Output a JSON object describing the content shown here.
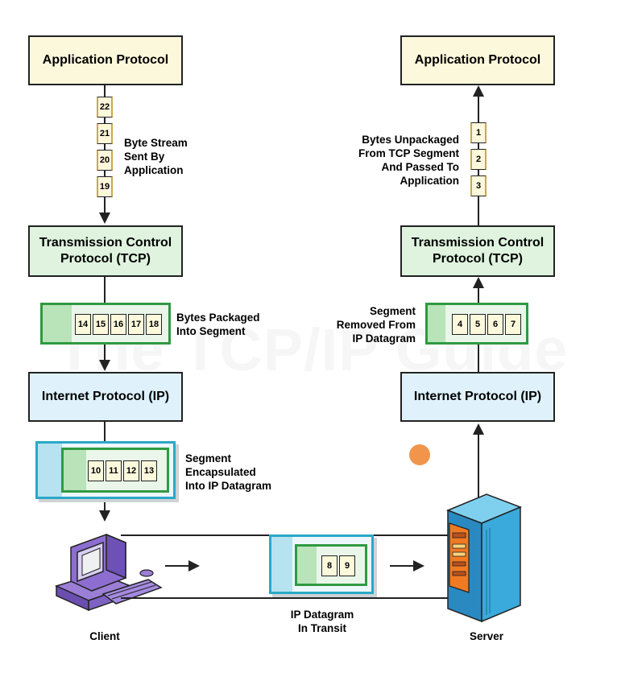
{
  "watermark": "The TCP/IP Guide",
  "client_stack": {
    "app": "Application Protocol",
    "tcp": "Transmission Control\nProtocol (TCP)",
    "ip": "Internet Protocol (IP)",
    "stream_bytes": [
      "22",
      "21",
      "20",
      "19"
    ],
    "stream_label": "Byte Stream\nSent By\nApplication",
    "segment_bytes": [
      "14",
      "15",
      "16",
      "17",
      "18"
    ],
    "segment_label": "Bytes Packaged\nInto Segment",
    "datagram_bytes": [
      "10",
      "11",
      "12",
      "13"
    ],
    "datagram_label": "Segment\nEncapsulated\nInto IP Datagram",
    "host_label": "Client"
  },
  "server_stack": {
    "app": "Application Protocol",
    "tcp": "Transmission Control\nProtocol (TCP)",
    "ip": "Internet Protocol (IP)",
    "stream_bytes": [
      "1",
      "2",
      "3"
    ],
    "stream_label": "Bytes Unpackaged\nFrom TCP Segment\nAnd  Passed To\nApplication",
    "segment_bytes": [
      "4",
      "5",
      "6",
      "7"
    ],
    "segment_label": "Segment\nRemoved From\nIP Datagram",
    "host_label": "Server"
  },
  "transit": {
    "bytes": [
      "8",
      "9"
    ],
    "label": "IP Datagram\nIn Transit"
  },
  "colors": {
    "app_fill": "#fcf8dc",
    "tcp_fill": "#dff3df",
    "ip_fill": "#dff2fb",
    "segment_border": "#2f9a41",
    "datagram_border": "#2aa8c8",
    "cursor": "#ef8a3a"
  }
}
